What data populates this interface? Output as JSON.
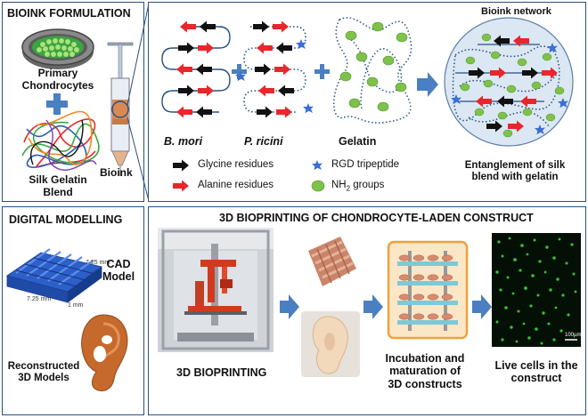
{
  "colors": {
    "panel_border": "#2c4f7c",
    "arrow_blue": "#4a7fc1",
    "alanine_red": "#e8262b",
    "glycine_black": "#111111",
    "rgd_blue": "#3b6fd4",
    "nh2_green": "#7fc24a",
    "chain_blue": "#25507f"
  },
  "icons": [
    "petri-dish",
    "syringe",
    "silk-fiber-tangle",
    "cad-grid-block",
    "ear-model",
    "bioprinter-photo",
    "printed-scaffold-photo",
    "printed-ear-photo",
    "incubator-rack",
    "fluorescence-micrograph"
  ],
  "formulation": {
    "header": "BIOINK FORMULATION",
    "primary_cells_1": "Primary",
    "primary_cells_2": "Chondrocytes",
    "blend_1": "Silk Gelatin",
    "blend_2": "Blend",
    "bioink": "Bioink"
  },
  "network": {
    "bmori": "B. mori",
    "pricini": "P. ricini",
    "gelatin": "Gelatin",
    "title": "Bioink network",
    "legend_glycine": "Glycine residues",
    "legend_alanine": "Alanine residues",
    "legend_rgd": "RGD tripeptide",
    "legend_nh2_prefix": "NH",
    "legend_nh2_sub": "2",
    "legend_nh2_suffix": " groups",
    "entangle_1": "Entanglement of silk",
    "entangle_2": "blend with gelatin"
  },
  "modelling": {
    "header": "DIGITAL MODELLING",
    "cad_1": "CAD",
    "cad_2": "Model",
    "dim_x": "7.25 mm",
    "dim_y": "7.25 mm",
    "dim_z": "1 mm",
    "recon_1": "Reconstructed",
    "recon_2": "3D  Models"
  },
  "printing": {
    "header": "3D BIOPRINTING OF CHONDROCYTE-LADEN CONSTRUCT",
    "bioprinting": "3D BIOPRINTING",
    "incub_1": "Incubation and",
    "incub_2": "maturation of",
    "incub_3": "3D constructs",
    "live_1": "Live cells in the",
    "live_2": "construct",
    "scale": "100µm"
  }
}
